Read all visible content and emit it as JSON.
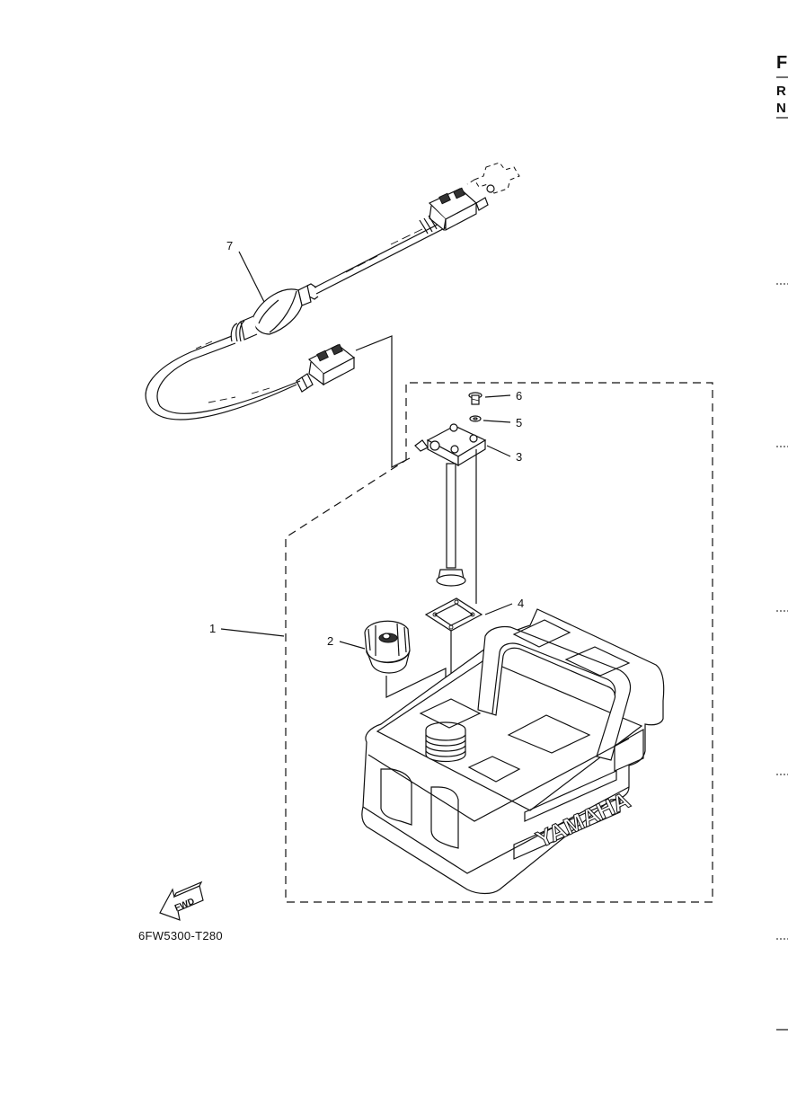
{
  "diagram_code": "6FW5300-T280",
  "fwd_label": "FWD",
  "brand_text": "YAMAHA",
  "edge_letters": [
    "F",
    "R",
    "N"
  ],
  "parts": [
    {
      "number": "1",
      "name": "fuel-tank-assy"
    },
    {
      "number": "2",
      "name": "fuel-cap"
    },
    {
      "number": "3",
      "name": "fuel-gauge-joint"
    },
    {
      "number": "4",
      "name": "gasket"
    },
    {
      "number": "5",
      "name": "washer"
    },
    {
      "number": "6",
      "name": "screw"
    },
    {
      "number": "7",
      "name": "fuel-hose-assy"
    }
  ]
}
